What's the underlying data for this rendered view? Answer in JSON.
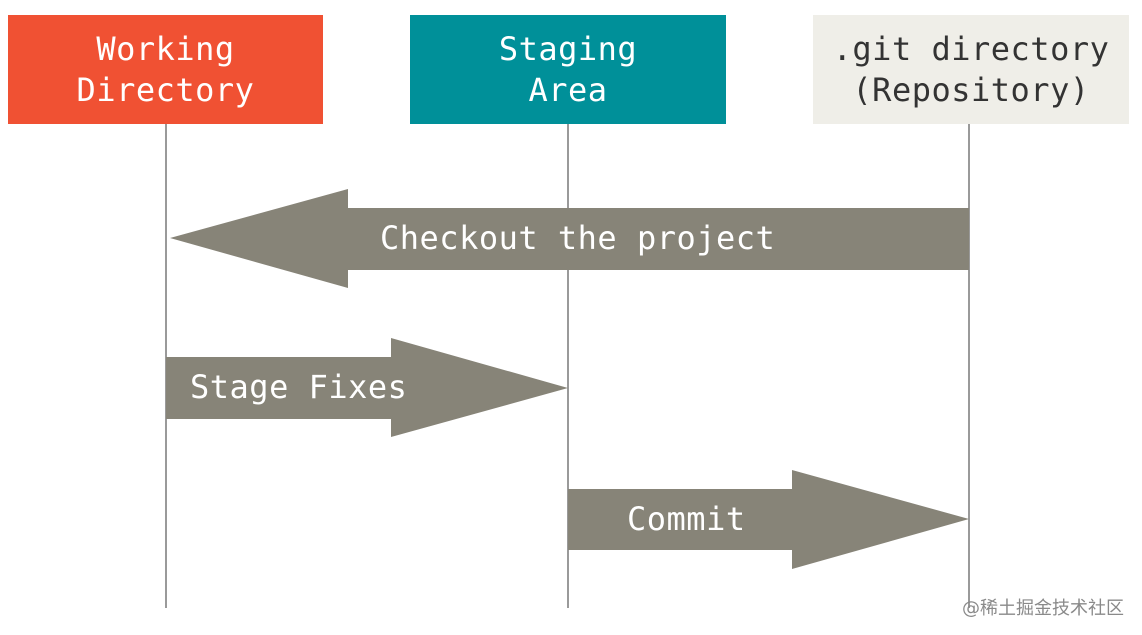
{
  "colors": {
    "working_box": "#f05133",
    "staging_box": "#009099",
    "repo_box": "#efeee8",
    "arrow": "#878478",
    "lifeline": "#9a9a9a",
    "box_text_light": "#ffffff",
    "box_text_dark": "#333333",
    "arrow_text": "#ffffff"
  },
  "columns": {
    "working": {
      "line1": "Working",
      "line2": "Directory"
    },
    "staging": {
      "line1": "Staging",
      "line2": "Area"
    },
    "repo": {
      "line1": ".git directory",
      "line2": "(Repository)"
    }
  },
  "arrows": {
    "checkout": {
      "label": "Checkout the project",
      "from": "repo",
      "to": "working"
    },
    "stage": {
      "label": "Stage Fixes",
      "from": "working",
      "to": "staging"
    },
    "commit": {
      "label": "Commit",
      "from": "staging",
      "to": "repo"
    }
  },
  "watermark": "@稀土掘金技术社区"
}
